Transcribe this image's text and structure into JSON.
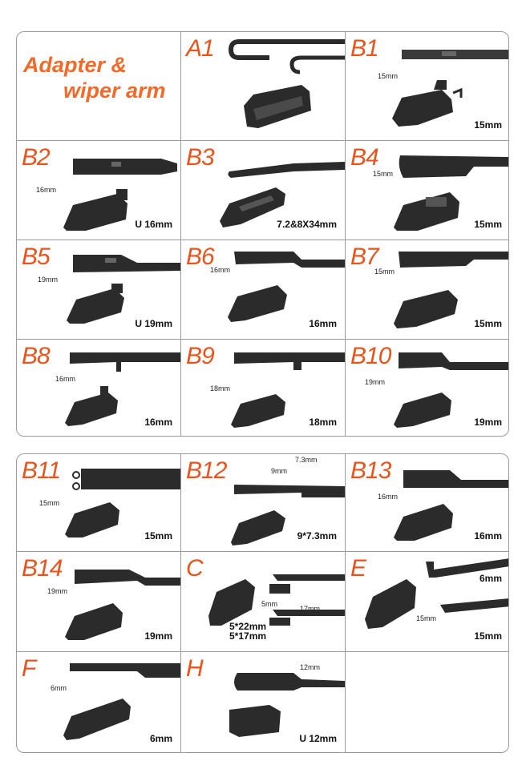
{
  "title": {
    "line1": "Adapter &",
    "line2": "wiper arm"
  },
  "colors": {
    "code": "#e8541c",
    "title": "#f06a2a",
    "part": "#2b2b2b"
  },
  "panel1": [
    {
      "code": "A1",
      "size": "",
      "dims": []
    },
    {
      "code": "B1",
      "size": "15mm",
      "dims": [
        "15mm"
      ]
    },
    {
      "code": "B2",
      "size": "U 16mm",
      "dims": [
        "16mm"
      ]
    },
    {
      "code": "B3",
      "size": "7.2&8X34mm",
      "dims": []
    },
    {
      "code": "B4",
      "size": "15mm",
      "dims": [
        "15mm"
      ]
    },
    {
      "code": "B5",
      "size": "U 19mm",
      "dims": [
        "19mm"
      ]
    },
    {
      "code": "B6",
      "size": "16mm",
      "dims": [
        "16mm"
      ]
    },
    {
      "code": "B7",
      "size": "15mm",
      "dims": [
        "15mm"
      ]
    },
    {
      "code": "B8",
      "size": "16mm",
      "dims": [
        "16mm"
      ]
    },
    {
      "code": "B9",
      "size": "18mm",
      "dims": [
        "18mm"
      ]
    },
    {
      "code": "B10",
      "size": "19mm",
      "dims": [
        "19mm"
      ]
    }
  ],
  "panel2": [
    {
      "code": "B11",
      "size": "15mm",
      "dims": [
        "15mm"
      ]
    },
    {
      "code": "B12",
      "size": "9*7.3mm",
      "dims": [
        "7.3mm",
        "9mm"
      ]
    },
    {
      "code": "B13",
      "size": "16mm",
      "dims": [
        "16mm"
      ]
    },
    {
      "code": "B14",
      "size": "19mm",
      "dims": [
        "19mm"
      ]
    },
    {
      "code": "C",
      "size": "5*22mm",
      "size2": "5*17mm",
      "dims": [
        "22mm",
        "5mm",
        "17mm"
      ]
    },
    {
      "code": "E",
      "size": "6mm",
      "size2": "15mm",
      "dims": [
        "15mm"
      ]
    },
    {
      "code": "F",
      "size": "6mm",
      "dims": [
        "6mm"
      ]
    },
    {
      "code": "H",
      "size": "U 12mm",
      "dims": [
        "12mm"
      ]
    }
  ]
}
